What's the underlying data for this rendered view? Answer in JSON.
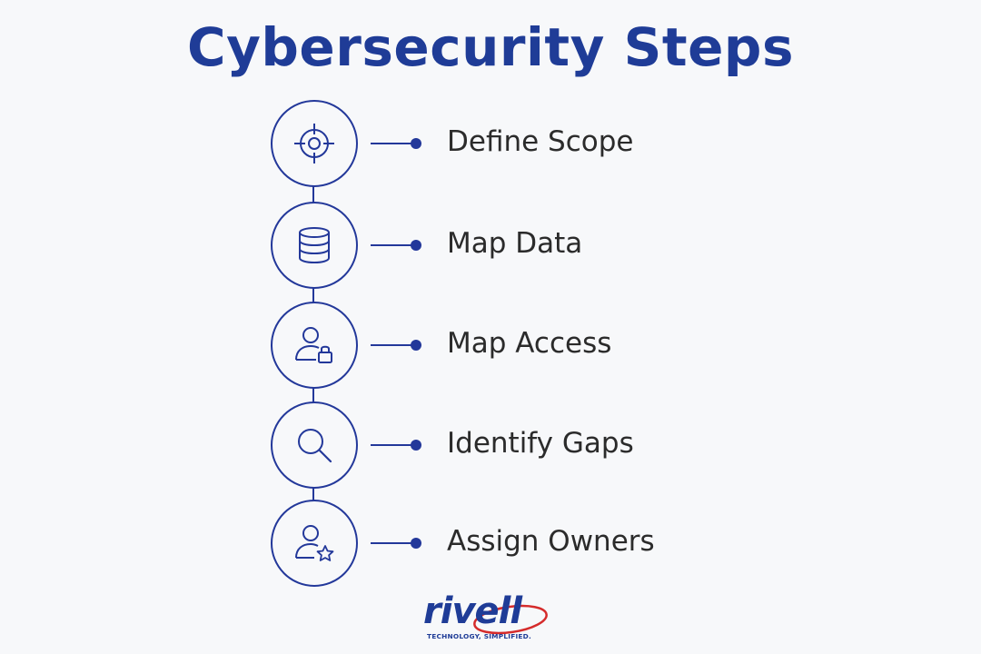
{
  "title": "Cybersecurity Steps",
  "steps": [
    {
      "label": "Define Scope",
      "icon": "target-crosshair-icon"
    },
    {
      "label": "Map Data",
      "icon": "database-icon"
    },
    {
      "label": "Map Access",
      "icon": "user-lock-icon"
    },
    {
      "label": "Identify Gaps",
      "icon": "magnifier-icon"
    },
    {
      "label": "Assign Owners",
      "icon": "user-star-icon"
    }
  ],
  "logo": {
    "text": "rivell",
    "tagline": "TECHNOLOGY, SIMPLIFIED."
  },
  "colors": {
    "accent": "#23389a",
    "title": "#1f3c97",
    "text": "#2b2b2b",
    "logo_red": "#d52b2b",
    "background": "#f7f8fa"
  }
}
